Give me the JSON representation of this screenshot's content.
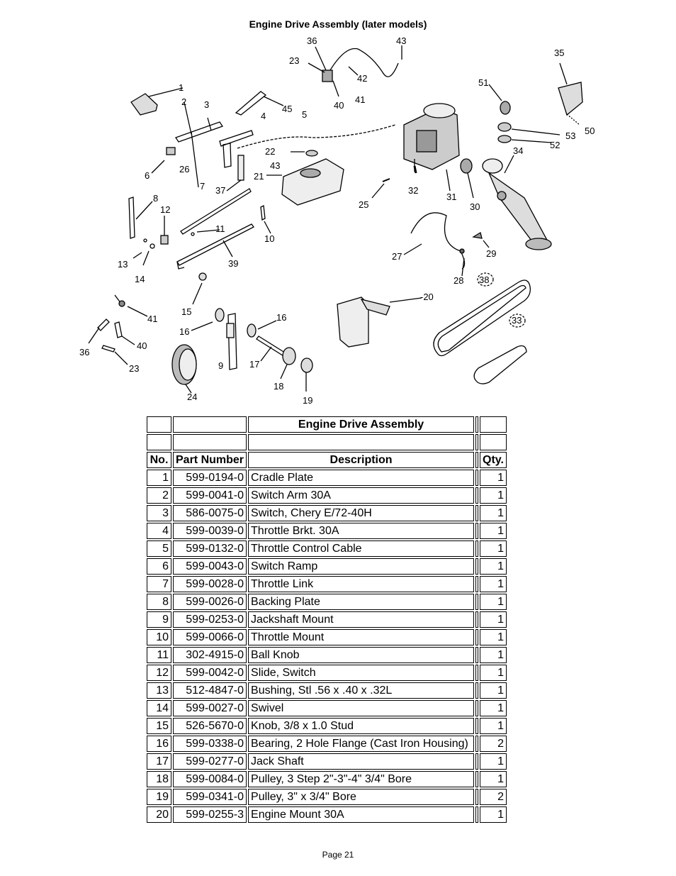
{
  "page_title": "Engine Drive Assembly (later models)",
  "diagram_callouts": [
    "1",
    "2",
    "3",
    "4",
    "5",
    "6",
    "7",
    "8",
    "9",
    "10",
    "11",
    "12",
    "13",
    "14",
    "15",
    "16",
    "16",
    "17",
    "18",
    "19",
    "20",
    "21",
    "22",
    "23",
    "23",
    "24",
    "25",
    "26",
    "27",
    "28",
    "29",
    "30",
    "31",
    "32",
    "33",
    "34",
    "35",
    "36",
    "36",
    "37",
    "38",
    "39",
    "40",
    "40",
    "41",
    "41",
    "42",
    "43",
    "43",
    "45",
    "50",
    "51",
    "52",
    "53"
  ],
  "table": {
    "title": "Engine Drive Assembly",
    "headers": {
      "no": "No.",
      "part": "Part Number",
      "desc": "Description",
      "qty": "Qty."
    },
    "rows": [
      {
        "no": "1",
        "part": "599-0194-0",
        "desc": "Cradle Plate",
        "qty": "1"
      },
      {
        "no": "2",
        "part": "599-0041-0",
        "desc": "Switch Arm 30A",
        "qty": "1"
      },
      {
        "no": "3",
        "part": "586-0075-0",
        "desc": "Switch, Chery E/72-40H",
        "qty": "1"
      },
      {
        "no": "4",
        "part": "599-0039-0",
        "desc": "Throttle Brkt. 30A",
        "qty": "1"
      },
      {
        "no": "5",
        "part": "599-0132-0",
        "desc": "Throttle Control Cable",
        "qty": "1"
      },
      {
        "no": "6",
        "part": "599-0043-0",
        "desc": "Switch Ramp",
        "qty": "1"
      },
      {
        "no": "7",
        "part": "599-0028-0",
        "desc": "Throttle Link",
        "qty": "1"
      },
      {
        "no": "8",
        "part": "599-0026-0",
        "desc": "Backing Plate",
        "qty": "1"
      },
      {
        "no": "9",
        "part": "599-0253-0",
        "desc": "Jackshaft Mount",
        "qty": "1"
      },
      {
        "no": "10",
        "part": "599-0066-0",
        "desc": "Throttle Mount",
        "qty": "1"
      },
      {
        "no": "11",
        "part": "302-4915-0",
        "desc": "Ball Knob",
        "qty": "1"
      },
      {
        "no": "12",
        "part": "599-0042-0",
        "desc": "Slide, Switch",
        "qty": "1"
      },
      {
        "no": "13",
        "part": "512-4847-0",
        "desc": "Bushing, Stl .56 x .40 x .32L",
        "qty": "1"
      },
      {
        "no": "14",
        "part": "599-0027-0",
        "desc": "Swivel",
        "qty": "1"
      },
      {
        "no": "15",
        "part": "526-5670-0",
        "desc": "Knob, 3/8 x 1.0 Stud",
        "qty": "1"
      },
      {
        "no": "16",
        "part": "599-0338-0",
        "desc": "Bearing, 2 Hole Flange (Cast Iron Housing)",
        "qty": "2"
      },
      {
        "no": "17",
        "part": "599-0277-0",
        "desc": "Jack Shaft",
        "qty": "1"
      },
      {
        "no": "18",
        "part": "599-0084-0",
        "desc": "Pulley, 3 Step 2\"-3\"-4\" 3/4\" Bore",
        "qty": "1"
      },
      {
        "no": "19",
        "part": "599-0341-0",
        "desc": "Pulley, 3\" x 3/4\" Bore",
        "qty": "2"
      },
      {
        "no": "20",
        "part": "599-0255-3",
        "desc": "Engine Mount 30A",
        "qty": "1"
      }
    ]
  },
  "footer": "Page 21"
}
